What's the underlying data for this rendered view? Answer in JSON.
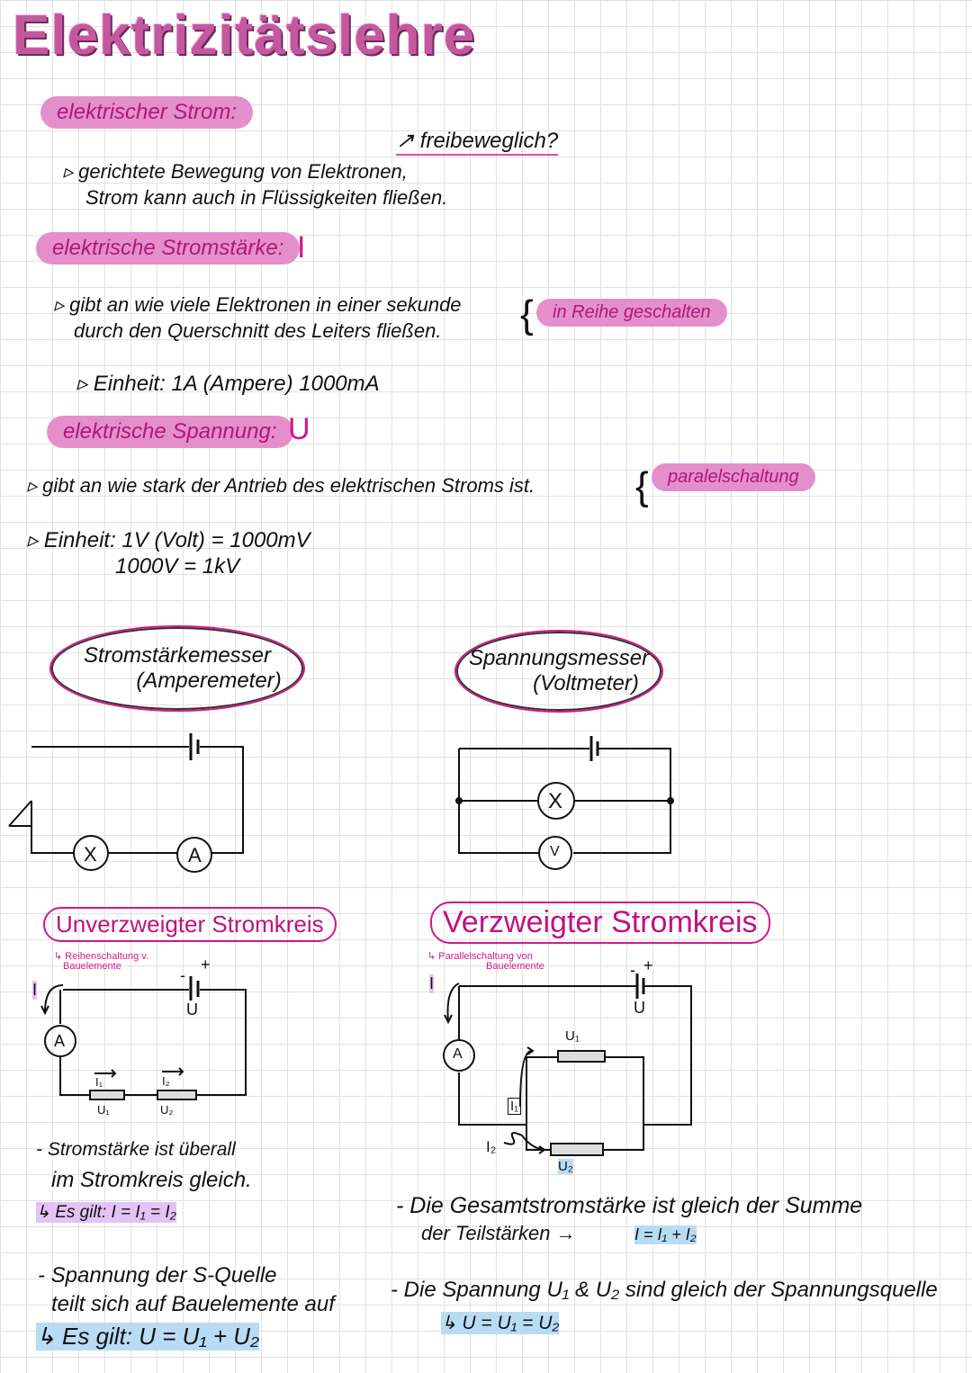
{
  "title": "Elektrizitätslehre",
  "sections": {
    "strom": {
      "heading": "elektrischer Strom:",
      "note": "↗ freibeweglich?",
      "lines": [
        "▹ gerichtete Bewegung von Elektronen,",
        "Strom kann auch in Flüssigkeiten fließen."
      ]
    },
    "stromstaerke": {
      "heading": "elektrische Stromstärke:",
      "symbol": "I",
      "lines": [
        "▹ gibt an wie viele Elektronen in einer sekunde",
        "durch den Querschnitt des Leiters fließen."
      ],
      "tag": "in Reihe geschalten",
      "unit": "▹ Einheit: 1A (Ampere) 1000mA"
    },
    "spannung": {
      "heading": "elektrische Spannung:",
      "symbol": "U",
      "line": "▹ gibt an wie stark der Antrieb des elektrischen Stroms ist.",
      "tag": "paralelschaltung",
      "unit1": "▹ Einheit: 1V (Volt) = 1000mV",
      "unit2": "1000V = 1kV"
    }
  },
  "meters": {
    "ampere": {
      "title": "Stromstärkemesser",
      "sub": "(Amperemeter)"
    },
    "volt": {
      "title": "Spannungsmesser",
      "sub": "(Voltmeter)"
    }
  },
  "symbols": {
    "lamp": "X",
    "ammeter": "A",
    "voltmeter": "V",
    "current": "I",
    "voltage": "U",
    "i1": "I₁",
    "i2": "I₂",
    "u1": "U₁",
    "u2": "U₂",
    "minus": "-",
    "plus": "+"
  },
  "series": {
    "heading": "Unverzweigter Stromkreis",
    "sub": [
      "↳ Reihenschaltung v.",
      "Bauelemente"
    ],
    "notes": {
      "n1": [
        "- Stromstärke ist überall",
        "im Stromkreis gleich."
      ],
      "n1_formula": "↳ Es gilt: I = I₁ = I₂",
      "n2": [
        "- Spannung der S-Quelle",
        "teilt sich auf Bauelemente auf"
      ],
      "n2_formula": "↳ Es gilt: U = U₁ + U₂"
    }
  },
  "parallel": {
    "heading": "Verzweigter Stromkreis",
    "sub": [
      "↳ Parallelschaltung von",
      "Bauelemente"
    ],
    "notes": {
      "n1": [
        "- Die Gesamtstromstärke ist gleich der Summe",
        "der Teilstärken →"
      ],
      "n1_formula": "I = I₁ + I₂",
      "n2": "- Die Spannung U₁ & U₂ sind gleich der Spannungsquelle",
      "n2_formula": "↳ U = U₁ = U₂"
    }
  },
  "colors": {
    "pink": "#d0198a",
    "pill": "#e48fcb",
    "purple_hl": "#e3c3f5",
    "blue_hl": "#b9dcf5"
  }
}
